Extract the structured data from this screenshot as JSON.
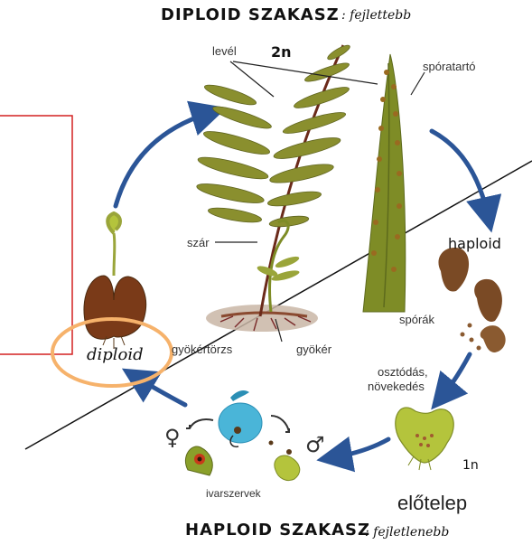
{
  "labels": {
    "title_diploid": "DIPLOID SZAKASZ",
    "title_diploid_note": ": fejlettebb",
    "ploidy_2n": "2n",
    "leaf": "levél",
    "sporangium": "spóratartó",
    "stem": "szár",
    "haploid": "haploid",
    "spores": "spórák",
    "rhizome": "gyökértörzs",
    "root": "gyökér",
    "division_line1": "osztódás,",
    "division_line2": "növekedés",
    "diploid": "diploid",
    "ploidy_1n": "1n",
    "prothallium": "előtelep",
    "gametangia": "ivarszervek",
    "female_symbol": "♀",
    "male_symbol": "♂",
    "title_haploid": "HAPLOID SZAKASZ",
    "title_haploid_note": ": fejletlenebb"
  },
  "colors": {
    "cycle_arrow": "#2b5597",
    "frond": "#8a8f2e",
    "sporophyll": "#7e8c26",
    "spore": "#7a4a25",
    "prothallium": "#b4c43c",
    "highlight_circle": "#f6b26b",
    "box": "#d32020"
  }
}
